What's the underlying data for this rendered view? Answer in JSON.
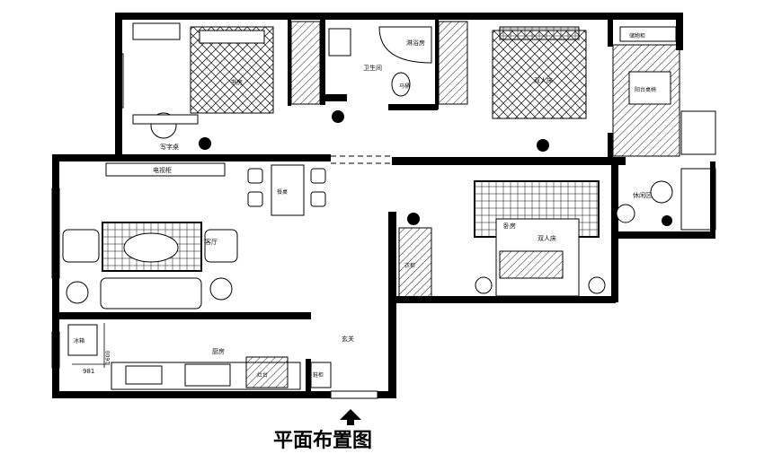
{
  "title": "平面布置图",
  "rooms": {
    "study": "书房",
    "study_desk": "写字桌",
    "bathroom": "卫生间",
    "shower": "淋浴房",
    "toilet": "马桶",
    "master_bed": "双人床",
    "balcony_cabinet": "储物柜",
    "balcony_table": "阳台桌椅",
    "tv_cabinet": "电视柜",
    "dining_table": "餐桌",
    "living_room": "客厅",
    "kitchen": "厨房",
    "fridge": "冰箱",
    "entrance": "玄关",
    "shoe_cabinet": "鞋柜",
    "wardrobe": "衣柜",
    "second_bedroom": "卧房",
    "second_bed": "双人床",
    "relax_area": "休闲区",
    "stove": "灶台"
  },
  "dimensions": {
    "kitchen_depth": "1600",
    "kitchen_length": "981"
  }
}
